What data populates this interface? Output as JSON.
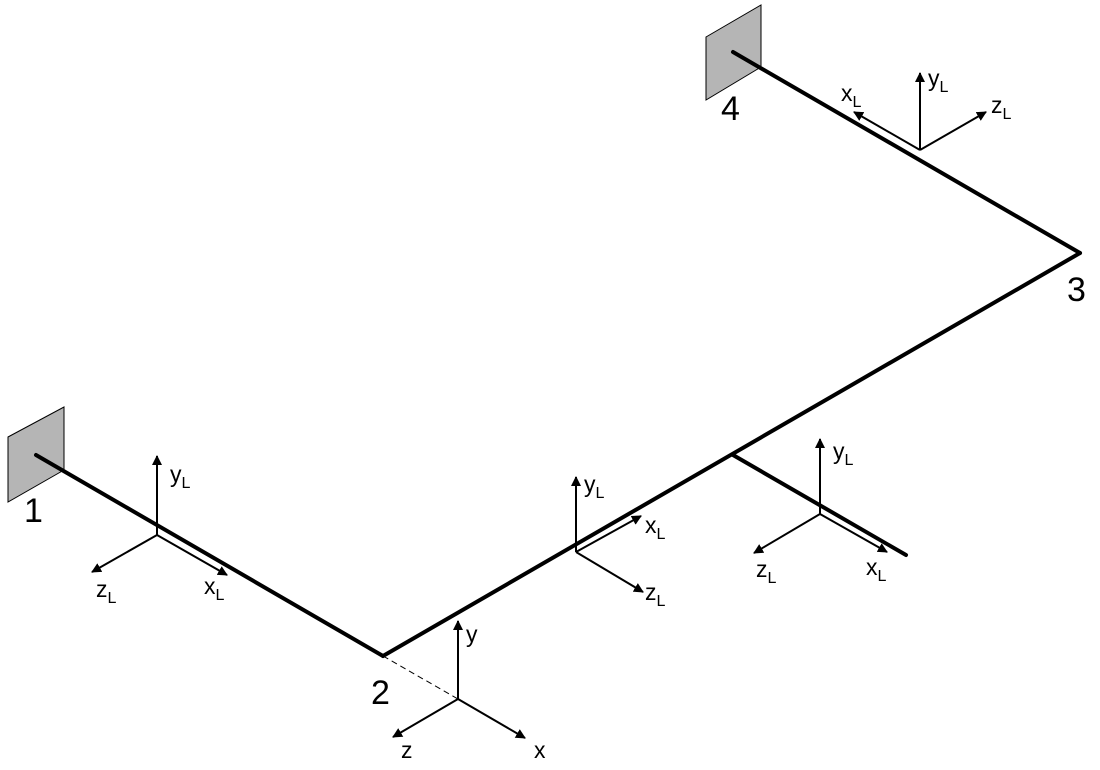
{
  "nodes": [
    "1",
    "2",
    "3",
    "4"
  ],
  "global_axes": {
    "x": "x",
    "y": "y",
    "z": "z"
  },
  "local_axes": {
    "x": "x",
    "y": "y",
    "z": "z",
    "subscript": "L"
  },
  "colors": {
    "line": "#000000",
    "support_fill": "#b5b5b5"
  }
}
